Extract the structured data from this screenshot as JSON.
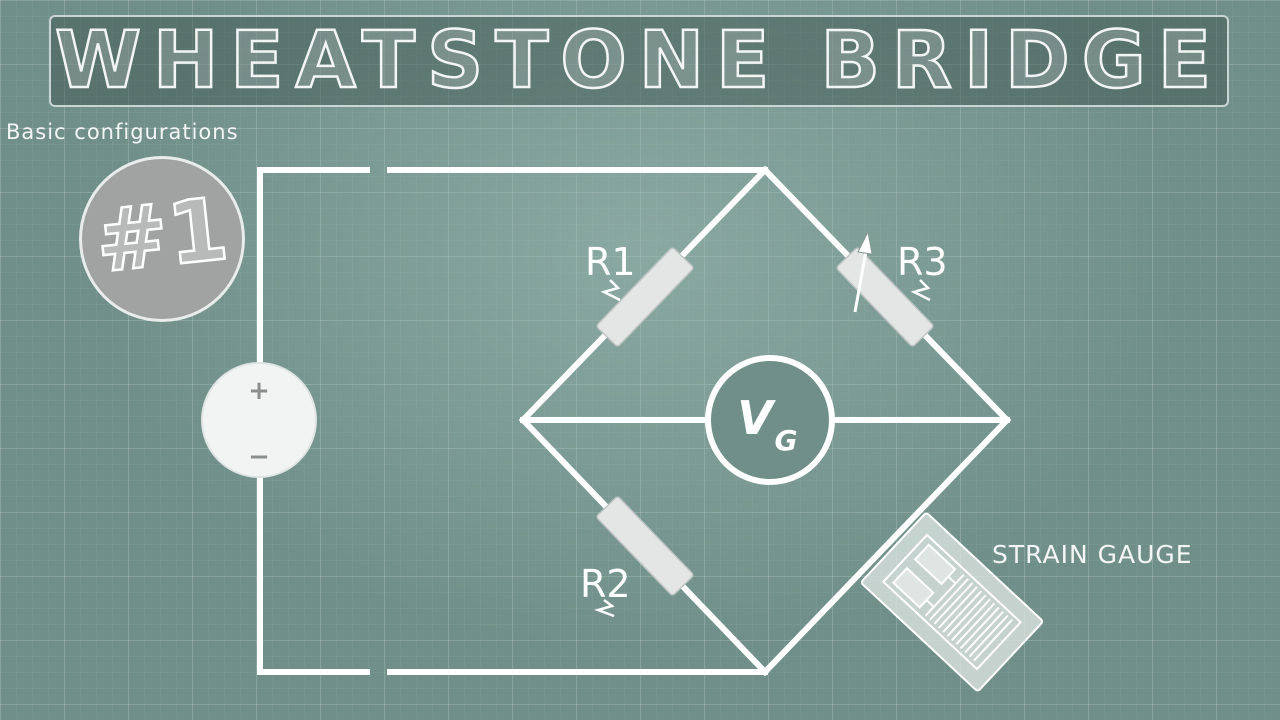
{
  "title": "WHEATSTONE  BRIDGE",
  "subtitle": "Basic configurations",
  "badge": "#1",
  "source": {
    "plus": "+",
    "minus": "−"
  },
  "resistors": [
    {
      "label": "R1"
    },
    {
      "label": "R2"
    },
    {
      "label": "R3"
    }
  ],
  "meter": {
    "symbol": "V",
    "subscript": "G"
  },
  "strain_gauge": {
    "label": "STRAIN GAUGE"
  }
}
